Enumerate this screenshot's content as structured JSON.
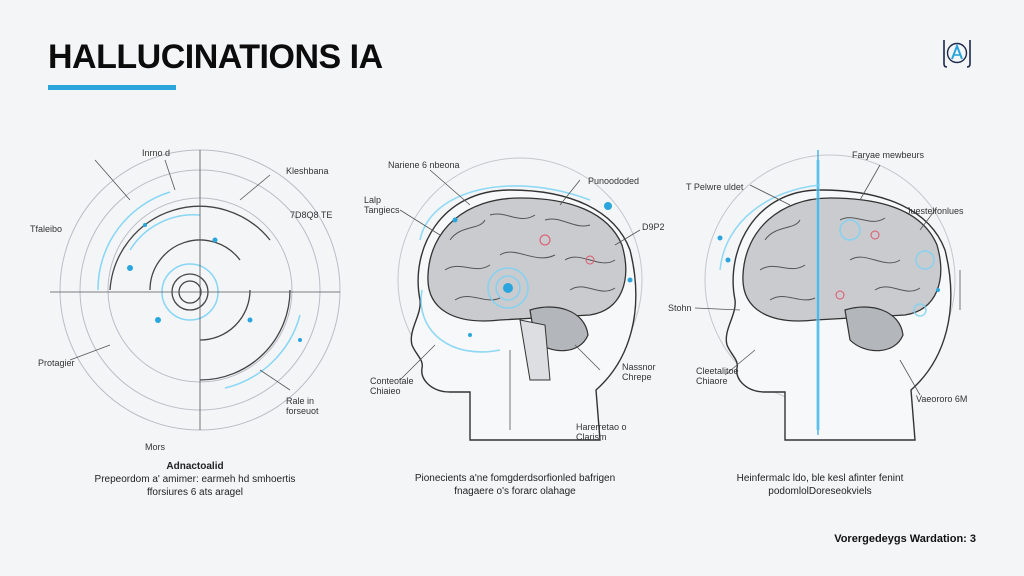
{
  "header": {
    "title": "HALLUCINATIONS IA"
  },
  "logo": {
    "icon": "a-triangle-logo-icon"
  },
  "colors": {
    "accent": "#2aa6dd",
    "line": "#9aa0a6",
    "glow": "#7cd3f5"
  },
  "panels": [
    {
      "labels": {
        "top": "Inrno d",
        "right_top": "Kleshbana",
        "left": "Tfaleibo",
        "right_mid": "7D8Q8 TE",
        "left_bottom": "Protagier",
        "right_bottom": "Rale in\nforseuot",
        "bottom": "Mors"
      },
      "caption": {
        "head": "Adnactoalid",
        "body": "Prepeordom a' amimer: earmeh hd smhoertis\nfforsiures 6 ats aragel"
      }
    },
    {
      "labels": {
        "top_left": "Nariene 6 nbeona",
        "top_right": "Punoododed",
        "left": "Lalp\nTangiecs",
        "right": "D9P2",
        "left_bottom": "Conteotale\nChiaieo",
        "right_bottom": "Nassnor\nChrepe",
        "bottom": "Harerretao o\nClarism"
      },
      "caption": {
        "head": "",
        "body": "Pionecients a'ne fomgderdsorfionled bafrigen\nfnagaere o's forarc olahage"
      }
    },
    {
      "labels": {
        "top_left": "T Pelwre uldet",
        "top_right": "Faryae mewbeurs",
        "right_top": "Juestelfonlues",
        "left": "Stohn",
        "left_bottom": "Cleetalitoe\nChiaore",
        "right_bottom": "Vaeororo 6M"
      },
      "caption": {
        "head": "",
        "body": "Heinfermalc ldo, ble kesl afinter fenint\npodomlolDoreseokviels"
      }
    }
  ],
  "footer": {
    "text": "Vorergedeygs Wardation: 3"
  }
}
